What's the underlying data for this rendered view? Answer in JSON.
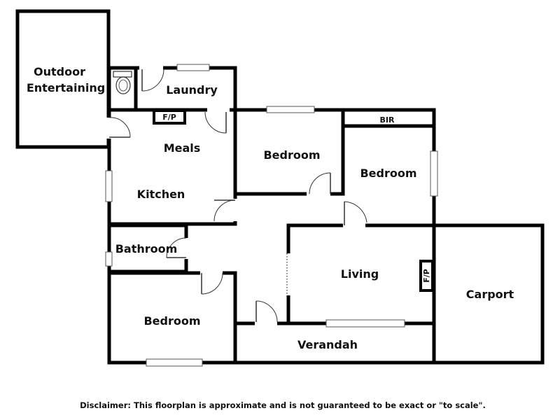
{
  "rooms": {
    "outdoor_entertaining": [
      "Outdoor",
      "Entertaining"
    ],
    "laundry": "Laundry",
    "meals": "Meals",
    "kitchen": "Kitchen",
    "bedroom_center": "Bedroom",
    "bedroom_right": "Bedroom",
    "bir": "BIR",
    "bathroom": "Bathroom",
    "living": "Living",
    "carport": "Carport",
    "bedroom_bottom": "Bedroom",
    "verandah": "Verandah"
  },
  "fireplaces": {
    "kitchen": "F/P",
    "living": "F/P"
  },
  "disclaimer": "Disclaimer: This floorplan is approximate and is not guaranteed to be exact or \"to scale\"."
}
